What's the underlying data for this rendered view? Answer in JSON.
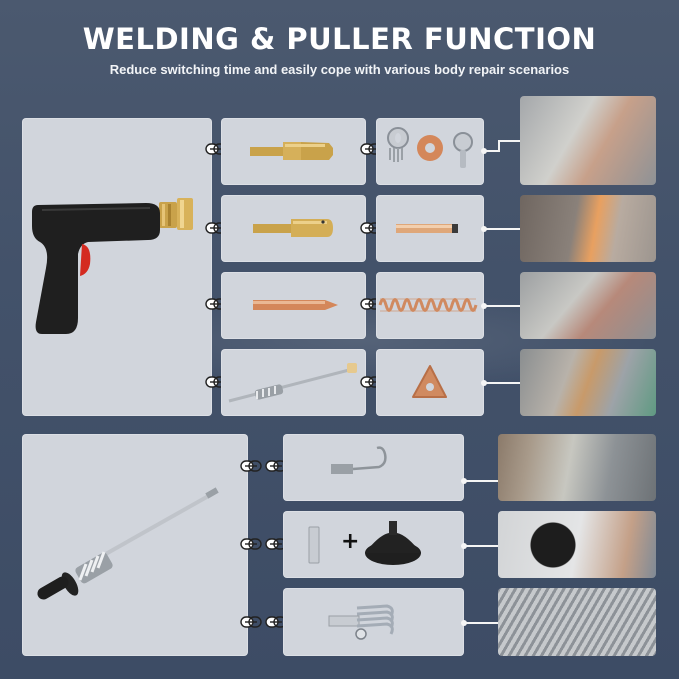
{
  "header": {
    "title": "WELDING & PULLER FUNCTION",
    "subtitle": "Reduce switching time and easily cope with various body repair scenarios"
  },
  "colors": {
    "background": "#43526a",
    "panel": "#d1d5dc",
    "brass": "#c9a24a",
    "copper": "#d4875a",
    "gun_body": "#1f1f1f",
    "trigger": "#d42a20",
    "connector": "#f5f5f5"
  },
  "welding_section": {
    "main_tool": "spot-welding-gun",
    "rows": [
      {
        "adapter": "brass-collet-adapter",
        "accessory": "washers-and-rings-set",
        "photo": "photo-pulling-with-washer"
      },
      {
        "adapter": "brass-chuck-adapter",
        "accessory": "copper-carbon-rod",
        "photo": "photo-carbon-rod-heating"
      },
      {
        "adapter": "copper-pointed-electrode",
        "accessory": "copper-wavy-wire",
        "photo": "photo-wavy-wire-welding"
      },
      {
        "adapter": "slide-hammer-adapter",
        "accessory": "triangle-copper-plate",
        "photo": "photo-triangle-shrinking"
      }
    ]
  },
  "puller_section": {
    "main_tool": "slide-hammer",
    "rows": [
      {
        "accessory": "hook-attachment",
        "photo": "photo-hook-pulling"
      },
      {
        "accessory": "hex-adapter-plus-suction-cup",
        "plus": "+",
        "photo": "photo-suction-cup-pulling"
      },
      {
        "accessory": "multi-claw-puller",
        "photo": "photo-claw-pulling-wire"
      }
    ]
  }
}
